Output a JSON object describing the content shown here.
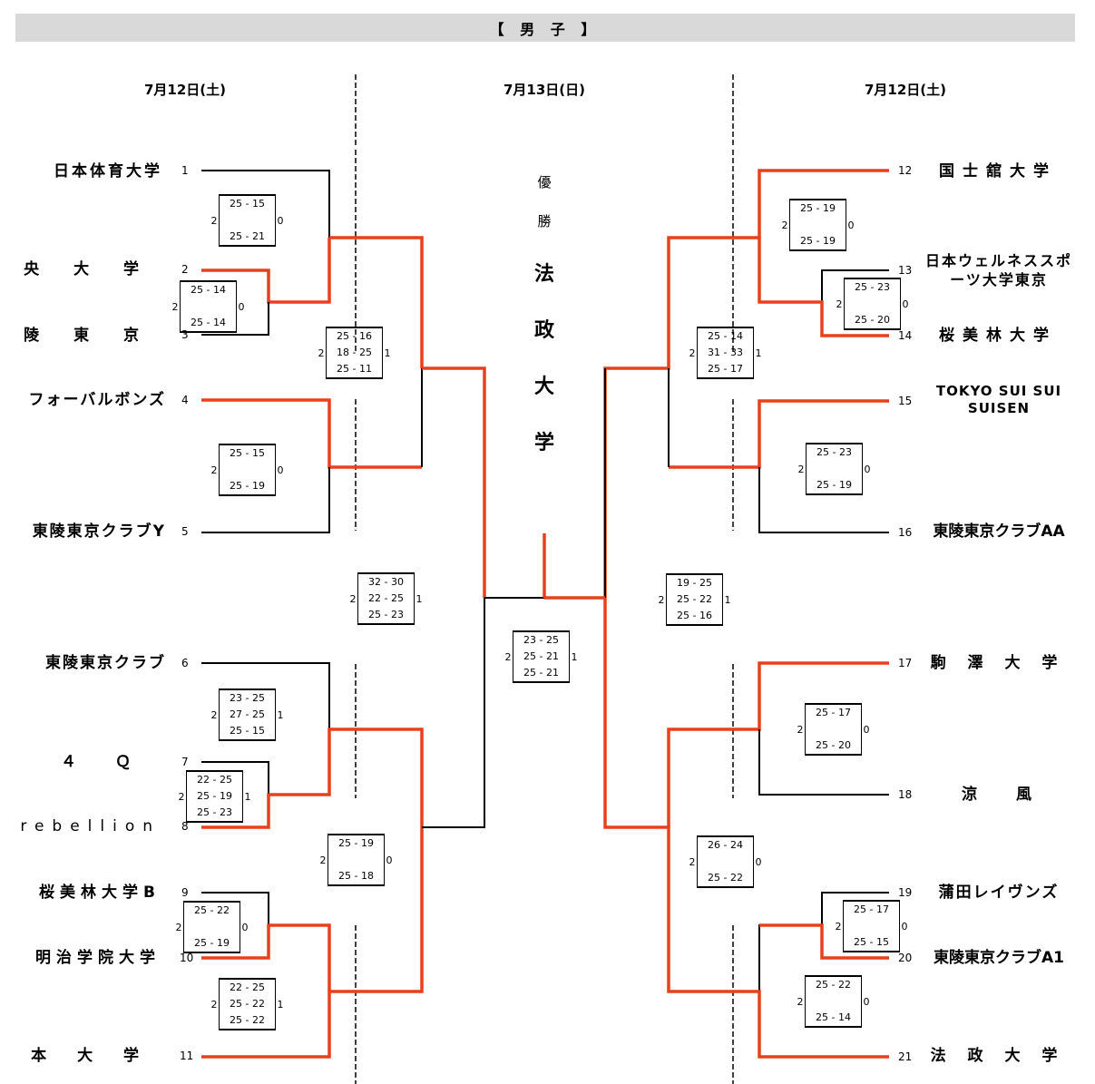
{
  "title": "【 男 子 】",
  "dates": {
    "left": "7月12日(土)",
    "center": "7月13日(日)",
    "right": "7月12日(土)"
  },
  "champion": {
    "label1": "優",
    "label2": "勝",
    "name_chars": [
      "法",
      "政",
      "大",
      "学"
    ]
  },
  "colors": {
    "winner_line": "#e8401c",
    "line": "#000000",
    "header_bg": "#d9d9d9"
  },
  "teams": {
    "left": [
      {
        "seed": "1",
        "name": "日本体育大学"
      },
      {
        "seed": "2",
        "name": "中 央 大 学"
      },
      {
        "seed": "3",
        "name": "東 陵 東 京"
      },
      {
        "seed": "4",
        "name": "フォーバルボンズ"
      },
      {
        "seed": "5",
        "name": "東陵東京クラブY"
      },
      {
        "seed": "6",
        "name": "東陵東京クラブ"
      },
      {
        "seed": "7",
        "name": "４　　Ｑ"
      },
      {
        "seed": "8",
        "name": "rebellion"
      },
      {
        "seed": "9",
        "name": "桜美林大学B"
      },
      {
        "seed": "10",
        "name": "明治学院大学"
      },
      {
        "seed": "11",
        "name": "日 本 大 学"
      }
    ],
    "right": [
      {
        "seed": "12",
        "name": "国士舘大学"
      },
      {
        "seed": "13",
        "name": "日本ウェルネススポーツ大学東京"
      },
      {
        "seed": "14",
        "name": "桜美林大学"
      },
      {
        "seed": "15",
        "name": "TOKYO SUI SUI SUISEN"
      },
      {
        "seed": "16",
        "name": "東陵東京クラブAA"
      },
      {
        "seed": "17",
        "name": "駒 澤 大 学"
      },
      {
        "seed": "18",
        "name": "涼　　風"
      },
      {
        "seed": "19",
        "name": "蒲田レイヴンズ"
      },
      {
        "seed": "20",
        "name": "東陵東京クラブA1"
      },
      {
        "seed": "21",
        "name": "法 政 大 学"
      }
    ]
  },
  "scores": [
    {
      "id": "m_2_3",
      "winner_sets": "2",
      "loser_sets": "0",
      "sets": [
        "25 - 14",
        "",
        "25 - 14"
      ]
    },
    {
      "id": "m_1_23",
      "winner_sets": "2",
      "loser_sets": "0",
      "sets": [
        "25 - 15",
        "",
        "25 - 21"
      ]
    },
    {
      "id": "m_4_5",
      "winner_sets": "2",
      "loser_sets": "0",
      "sets": [
        "25 - 15",
        "",
        "25 - 19"
      ]
    },
    {
      "id": "m_top_left_sf",
      "winner_sets": "2",
      "loser_sets": "1",
      "sets": [
        "25 - 16",
        "18 - 25",
        "25 - 11"
      ]
    },
    {
      "id": "m_left_semi",
      "winner_sets": "2",
      "loser_sets": "1",
      "sets": [
        "32 - 30",
        "22 - 25",
        "25 - 23"
      ]
    },
    {
      "id": "m_6_78",
      "winner_sets": "2",
      "loser_sets": "1",
      "sets": [
        "23 - 25",
        "27 - 25",
        "25 - 15"
      ]
    },
    {
      "id": "m_7_8",
      "winner_sets": "2",
      "loser_sets": "1",
      "sets": [
        "22 - 25",
        "25 - 19",
        "25 - 23"
      ]
    },
    {
      "id": "m_bottom_left_sf",
      "winner_sets": "2",
      "loser_sets": "0",
      "sets": [
        "25 - 19",
        "",
        "25 - 18"
      ]
    },
    {
      "id": "m_9_10",
      "winner_sets": "2",
      "loser_sets": "0",
      "sets": [
        "25 - 22",
        "",
        "25 - 19"
      ]
    },
    {
      "id": "m_910_11",
      "winner_sets": "2",
      "loser_sets": "1",
      "sets": [
        "22 - 25",
        "25 - 22",
        "25 - 22"
      ]
    },
    {
      "id": "m_final",
      "winner_sets": "2",
      "loser_sets": "1",
      "sets": [
        "23 - 25",
        "25 - 21",
        "25 - 21"
      ]
    },
    {
      "id": "m_12_1314",
      "winner_sets": "2",
      "loser_sets": "0",
      "sets": [
        "25 - 19",
        "",
        "25 - 19"
      ]
    },
    {
      "id": "m_13_14",
      "winner_sets": "2",
      "loser_sets": "0",
      "sets": [
        "25 - 23",
        "",
        "25 - 20"
      ]
    },
    {
      "id": "m_top_right_sf",
      "winner_sets": "2",
      "loser_sets": "1",
      "sets": [
        "25 - 14",
        "31 - 33",
        "25 - 17"
      ]
    },
    {
      "id": "m_15_16",
      "winner_sets": "2",
      "loser_sets": "0",
      "sets": [
        "25 - 23",
        "",
        "25 - 19"
      ]
    },
    {
      "id": "m_right_semi",
      "winner_sets": "2",
      "loser_sets": "1",
      "sets": [
        "19 - 25",
        "25 - 22",
        "25 - 16"
      ]
    },
    {
      "id": "m_17_18",
      "winner_sets": "2",
      "loser_sets": "0",
      "sets": [
        "25 - 17",
        "",
        "25 - 20"
      ]
    },
    {
      "id": "m_bottom_right_sf",
      "winner_sets": "2",
      "loser_sets": "0",
      "sets": [
        "26 - 24",
        "",
        "25 - 22"
      ]
    },
    {
      "id": "m_19_20",
      "winner_sets": "2",
      "loser_sets": "0",
      "sets": [
        "25 - 17",
        "",
        "25 - 15"
      ]
    },
    {
      "id": "m_1920_21",
      "winner_sets": "2",
      "loser_sets": "0",
      "sets": [
        "25 - 22",
        "",
        "25 - 14"
      ]
    }
  ]
}
